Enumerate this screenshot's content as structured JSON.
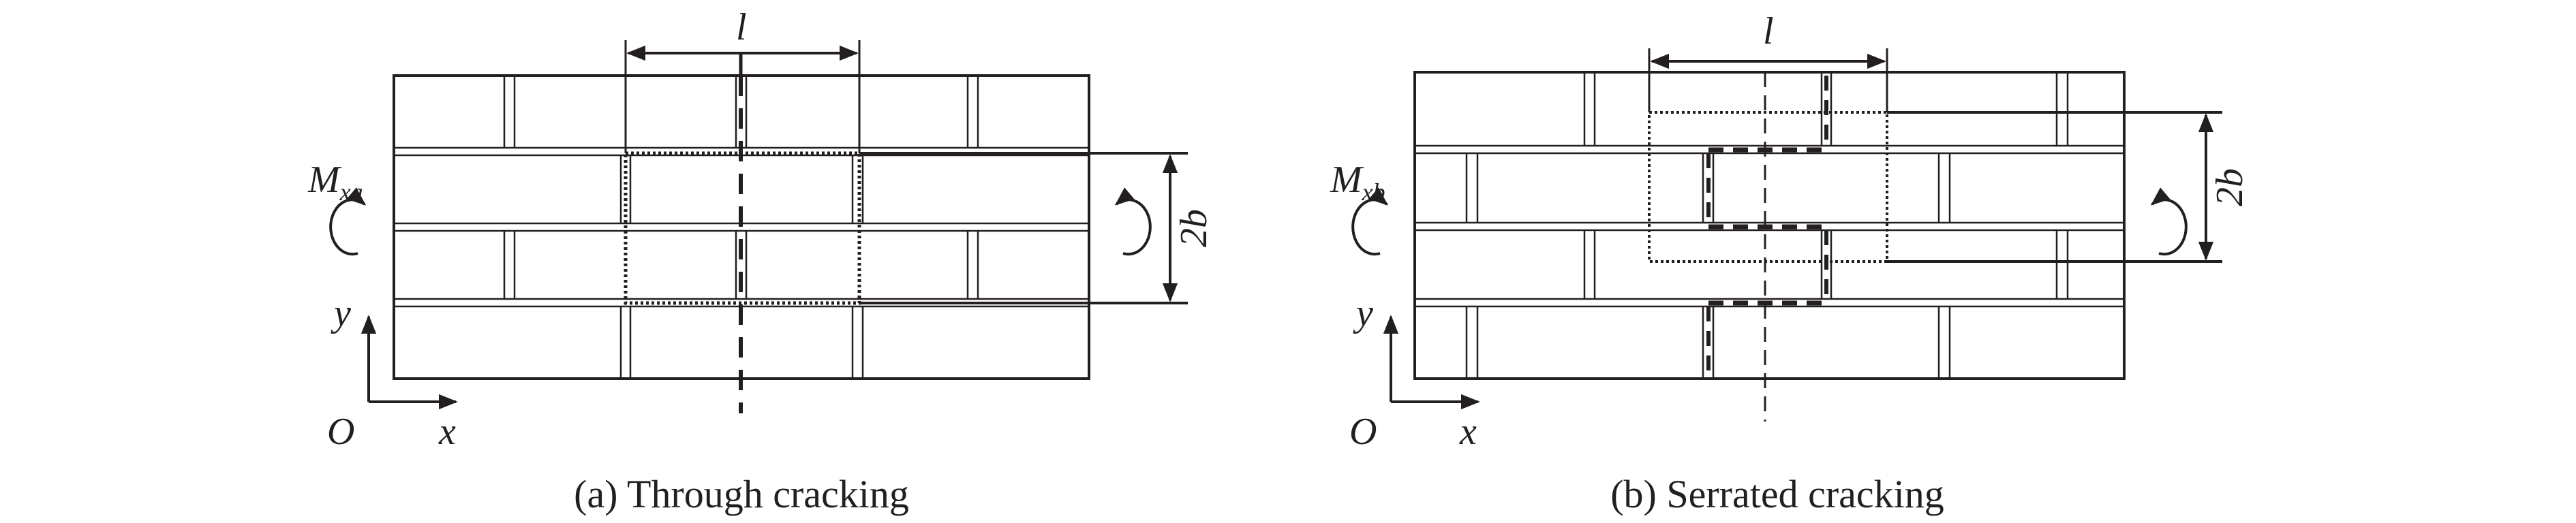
{
  "panels": [
    {
      "id": "a",
      "caption": "(a) Through cracking",
      "moment_label": "M",
      "moment_subscript": "xa",
      "length_label": "l",
      "width_label": "2b",
      "axis_origin": "O",
      "axis_x": "x",
      "axis_y": "y",
      "crack_pattern": "through"
    },
    {
      "id": "b",
      "caption": "(b) Serrated cracking",
      "moment_label": "M",
      "moment_subscript": "xb",
      "length_label": "l",
      "width_label": "2b",
      "axis_origin": "O",
      "axis_x": "x",
      "axis_y": "y",
      "crack_pattern": "serrated"
    }
  ],
  "colors": {
    "line": "#231f20",
    "background": "#ffffff"
  }
}
